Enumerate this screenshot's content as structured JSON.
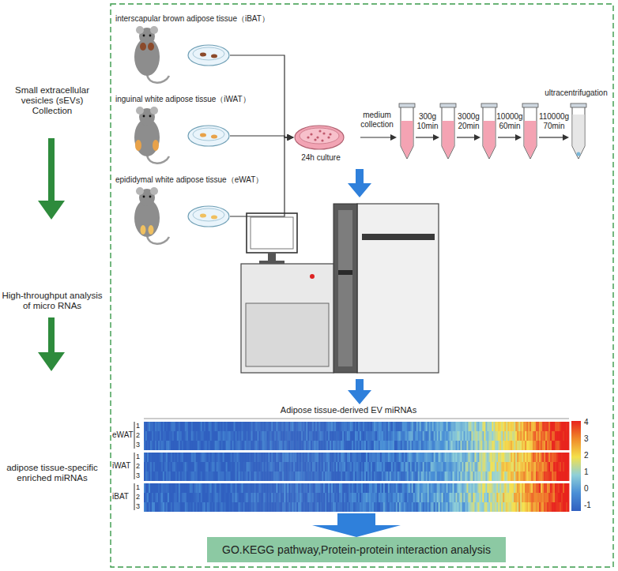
{
  "diagram": {
    "nodes": [
      {
        "text": [
          "interscapular brown adipose tissue（iBAT）"
        ]
      },
      {
        "text": [
          "inguinal white adipose tissue（iWAT）"
        ]
      },
      {
        "text": [
          "epididymal white adipose tissue（eWAT）"
        ]
      },
      {
        "text": [
          "24h culture"
        ]
      },
      {
        "text": [
          "Adipose tissue-derived EV miRNAs"
        ]
      },
      {
        "text": [
          "GO.KEGG pathway,Protein-protein interaction analysis"
        ]
      }
    ],
    "edges": [
      {
        "from": 0,
        "to": 3,
        "arrow": "to"
      },
      {
        "from": 1,
        "to": 3,
        "arrow": "to"
      },
      {
        "from": 2,
        "to": 3,
        "arrow": "to"
      },
      {
        "from": 4,
        "to": 5,
        "arrow": "to"
      }
    ],
    "labels": [
      "Small extracellular vesicles (sEVs) Collection",
      "High-throughput analysis of micro RNAs",
      "adipose tissue-specific enriched miRNAs",
      "medium collection",
      "300g 10min",
      "3000g 20min",
      "10000g 60min",
      "110000g 70min",
      "ultracentrifugation",
      "eWAT",
      "1",
      "2",
      "3",
      "iWAT",
      "1",
      "2",
      "3",
      "iBAT",
      "1",
      "2",
      "3",
      "4",
      "3",
      "2",
      "1",
      "0",
      "-1"
    ]
  }
}
